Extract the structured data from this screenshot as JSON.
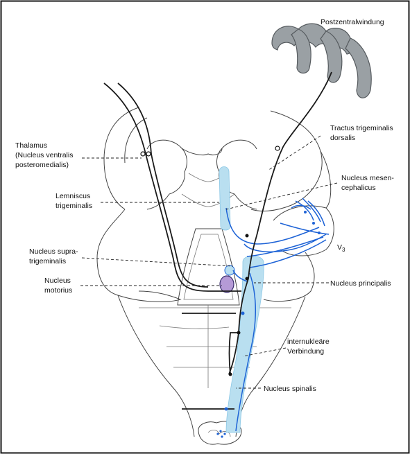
{
  "labels": {
    "postzentral": "Postzentralwindung",
    "thalamus_1": "Thalamus",
    "thalamus_2": "(Nucleus ventralis",
    "thalamus_3": "posteromedialis)",
    "tractus_1": "Tractus trigeminalis",
    "tractus_2": "dorsalis",
    "mesen_1": "Nucleus mesen-",
    "mesen_2": "cephalicus",
    "lemniscus_1": "Lemniscus",
    "lemniscus_2": "trigeminalis",
    "v3": "V",
    "v3_sub": "3",
    "supra_1": "Nucleus supra-",
    "supra_2": "trigeminalis",
    "motorius_1": "Nucleus",
    "motorius_2": "motorius",
    "principalis": "Nucleus principalis",
    "internuk_1": "internukleäre",
    "internuk_2": "Verbindung",
    "spinalis": "Nucleus spinalis"
  },
  "colors": {
    "nucleus_fill": "#b9dff0",
    "motor_nucleus": "#b59ad6",
    "fiber_blue": "#1e63d6",
    "gyrus_fill": "#9aa0a4",
    "gyrus_outline": "#555a5e"
  }
}
